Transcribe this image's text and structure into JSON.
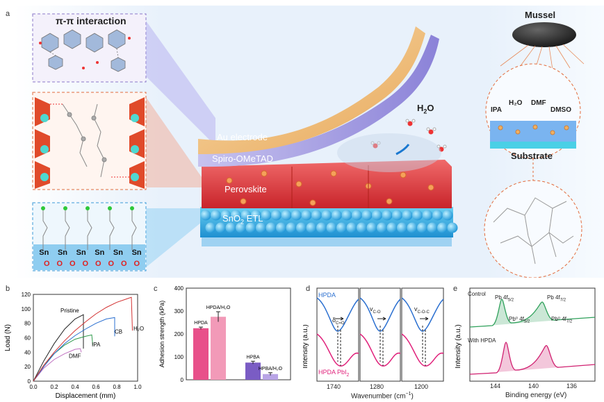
{
  "panel_a": {
    "letter": "a",
    "pi_label": "π-π interaction",
    "layers": {
      "au": "Au electrode",
      "spiro": "Spiro-OMeTAD",
      "perovskite": "Perovskite",
      "sno2_pre": "SnO",
      "sno2_sub": "2",
      "sno2_post": " ETL"
    },
    "h2o_main": "H",
    "h2o_main_sub": "2",
    "h2o_main_post": "O",
    "mussel": "Mussel",
    "solvents": [
      "IPA",
      "H₂O",
      "DMF",
      "DMSO"
    ],
    "substrate": "Substrate",
    "sn_label": "Sn",
    "o_label": "O"
  },
  "panel_b": {
    "letter": "b",
    "chart_data": {
      "type": "line",
      "xlabel": "Displacement (mm)",
      "ylabel": "Load (N)",
      "xlim": [
        0,
        1.0
      ],
      "ylim": [
        0,
        120
      ],
      "xticks": [
        "0.0",
        "0.2",
        "0.4",
        "0.6",
        "0.8",
        "1.0"
      ],
      "yticks": [
        "0",
        "20",
        "40",
        "60",
        "80",
        "100",
        "120"
      ],
      "series": [
        {
          "name": "Pristine",
          "color": "#222222",
          "x": [
            0,
            0.1,
            0.2,
            0.3,
            0.4,
            0.48,
            0.48
          ],
          "y": [
            0,
            28,
            52,
            72,
            86,
            92,
            45
          ]
        },
        {
          "name": "DMF",
          "color": "#c070c0",
          "x": [
            0,
            0.1,
            0.2,
            0.3,
            0.4,
            0.45,
            0.46
          ],
          "y": [
            0,
            18,
            30,
            38,
            44,
            45,
            40
          ]
        },
        {
          "name": "IPA",
          "color": "#2e9a4a",
          "x": [
            0,
            0.1,
            0.2,
            0.3,
            0.4,
            0.5,
            0.56,
            0.57
          ],
          "y": [
            0,
            22,
            38,
            50,
            58,
            62,
            64,
            50
          ]
        },
        {
          "name": "CB",
          "color": "#2a6fd0",
          "x": [
            0,
            0.1,
            0.2,
            0.3,
            0.4,
            0.5,
            0.6,
            0.7,
            0.78,
            0.78
          ],
          "y": [
            0,
            20,
            38,
            52,
            63,
            72,
            80,
            86,
            88,
            62
          ]
        },
        {
          "name": "H₂O",
          "color": "#d23030",
          "x": [
            0,
            0.1,
            0.2,
            0.3,
            0.4,
            0.5,
            0.6,
            0.7,
            0.8,
            0.9,
            0.94,
            0.95
          ],
          "y": [
            0,
            22,
            40,
            56,
            70,
            82,
            93,
            102,
            109,
            114,
            116,
            70
          ]
        }
      ]
    }
  },
  "panel_c": {
    "letter": "c",
    "chart_data": {
      "type": "bar",
      "ylabel": "Adhesion strength (kPa)",
      "ylim": [
        0,
        400
      ],
      "yticks": [
        "0",
        "100",
        "200",
        "300",
        "400"
      ],
      "categories": [
        "HPDA",
        "HPDA/H₂O",
        "HPBA",
        "HPBA/H₂O"
      ],
      "values": [
        225,
        275,
        75,
        25
      ],
      "errors": [
        5,
        22,
        6,
        6
      ],
      "colors": [
        "#e8508a",
        "#f29ab8",
        "#7a5cc4",
        "#b8a4e6"
      ]
    }
  },
  "panel_d": {
    "letter": "d",
    "legend_top": "HPDA",
    "legend_bottom": "HPDA PbI",
    "legend_bottom_sub": "2",
    "ylabel": "Intensity (a.u.)",
    "xlabel": "Wavenumber (cm",
    "xlabel_sup": "−1",
    "xlabel_post": ")",
    "peak_labels": [
      "δ",
      "v",
      "v"
    ],
    "peak_subs": [
      "C=O",
      "C-O",
      "C-O-C"
    ],
    "ticks": [
      "1740",
      "1280",
      "1200"
    ],
    "top_color": "#2a6fd0",
    "bottom_color": "#e0207a"
  },
  "panel_e": {
    "letter": "e",
    "control": "Control",
    "with": "With HPDA",
    "ylabel": "Intensity (a.u.)",
    "xlabel": "Binding energy (eV)",
    "xticks": [
      "144",
      "140",
      "136"
    ],
    "pb_labels": [
      "Pb 4f",
      "Pb 4f",
      "Pb⁰ 4f",
      "Pb⁰ 4f"
    ],
    "pb_subs": [
      "5/2",
      "7/2",
      "5/2",
      "7/2"
    ],
    "control_color": "#2ea05a",
    "with_color": "#d02070"
  }
}
